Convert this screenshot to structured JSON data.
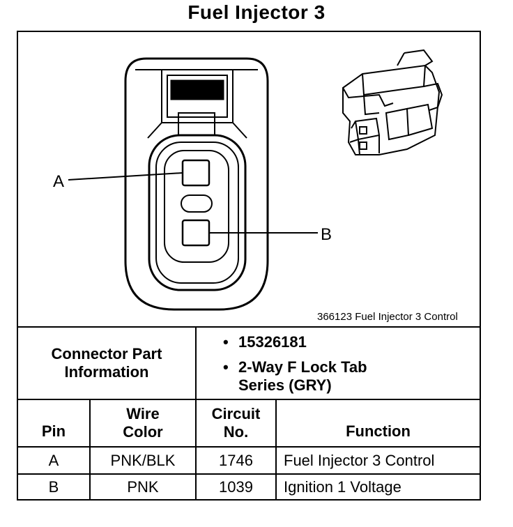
{
  "title": "Fuel Injector 3",
  "diagram": {
    "caption": "366123  Fuel Injector 3 Control",
    "pin_labels": [
      "A",
      "B"
    ]
  },
  "connector_info": {
    "label_line1": "Connector Part",
    "label_line2": "Information",
    "bullets": [
      "15326181",
      "2-Way F Lock Tab",
      "Series (GRY)"
    ]
  },
  "table": {
    "headers": {
      "pin": "Pin",
      "wire_color_line1": "Wire",
      "wire_color_line2": "Color",
      "circuit_line1": "Circuit",
      "circuit_line2": "No.",
      "function": "Function"
    },
    "rows": [
      {
        "pin": "A",
        "wire_color": "PNK/BLK",
        "circuit": "1746",
        "function": "Fuel Injector 3 Control"
      },
      {
        "pin": "B",
        "wire_color": "PNK",
        "circuit": "1039",
        "function": "Ignition 1 Voltage"
      }
    ]
  }
}
